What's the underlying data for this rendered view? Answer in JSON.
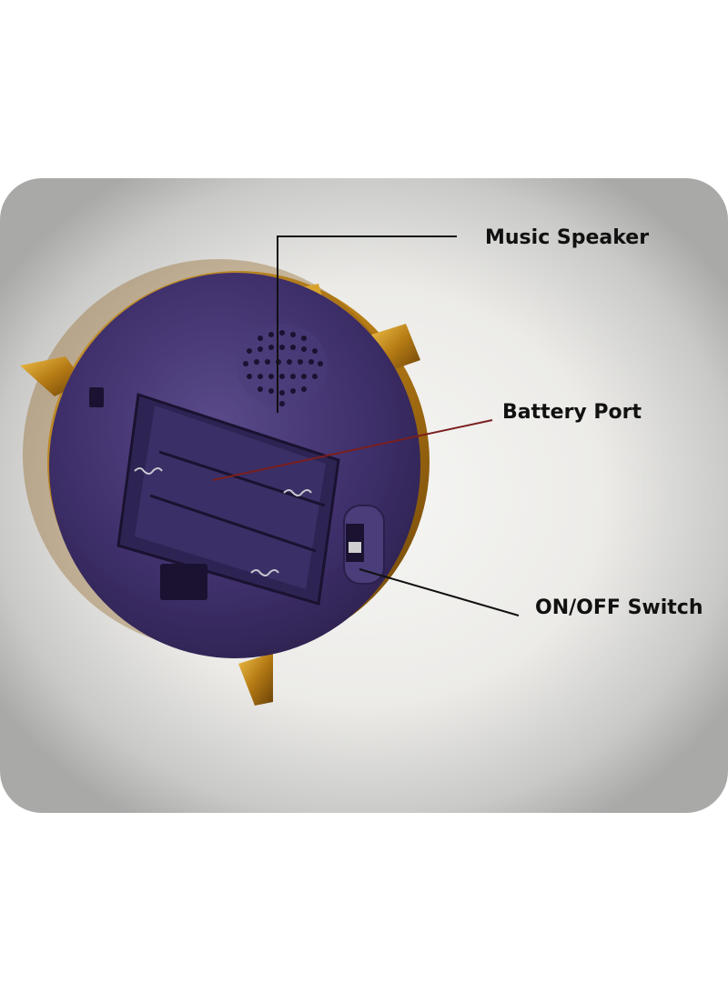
{
  "callouts": {
    "speaker": "Music Speaker",
    "battery": "Battery Port",
    "switch": "ON/OFF Switch"
  },
  "colors": {
    "housing": "#3f2f6b",
    "gold_trim": "#c9901e",
    "leader_line": "#111111",
    "battery_leader": "#7a1f1f"
  }
}
